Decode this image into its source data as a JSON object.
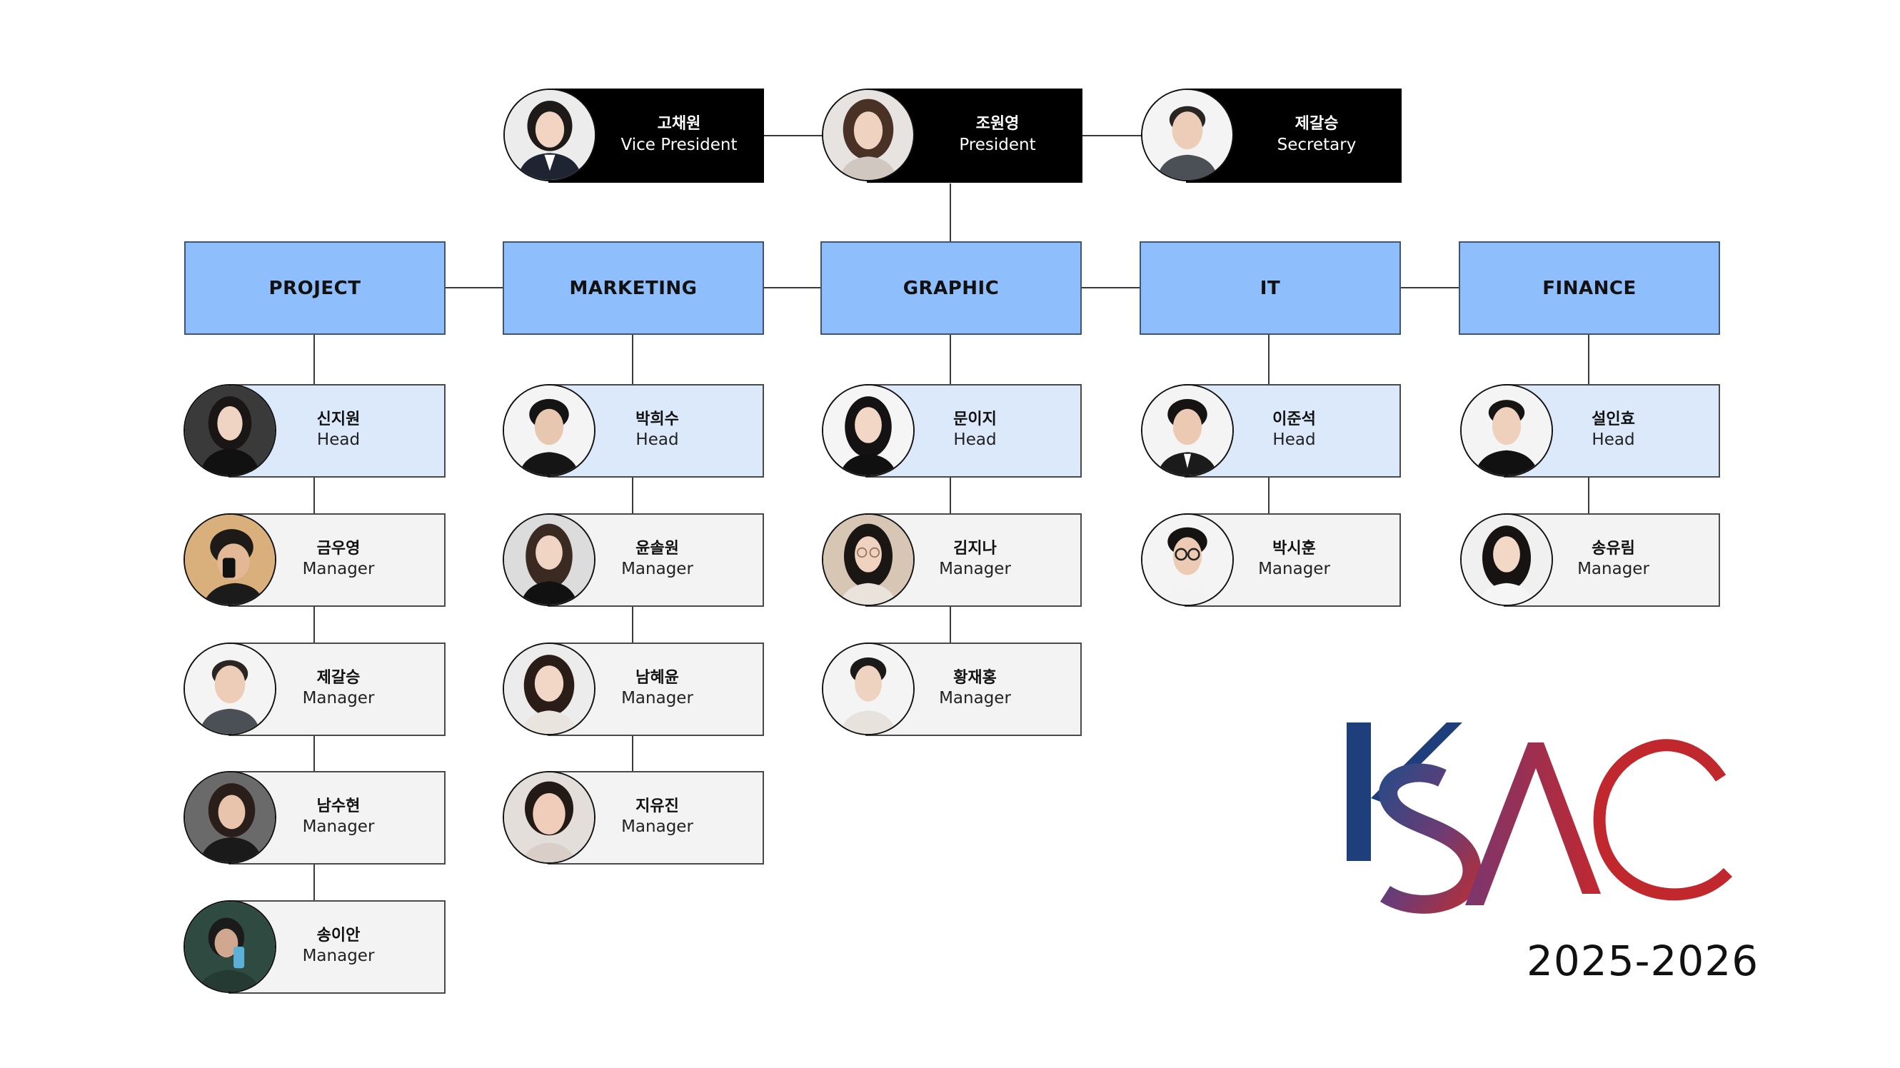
{
  "executives": [
    {
      "name": "고채원",
      "role": "Vice President",
      "avatar": "person-woman-portrait"
    },
    {
      "name": "조원영",
      "role": "President",
      "avatar": "person-woman-portrait"
    },
    {
      "name": "제갈승",
      "role": "Secretary",
      "avatar": "person-man-portrait"
    }
  ],
  "departments": [
    {
      "name": "PROJECT",
      "members": [
        {
          "name": "신지원",
          "role": "Head",
          "avatar": "person-woman-portrait"
        },
        {
          "name": "금우영",
          "role": "Manager",
          "avatar": "person-man-selfie"
        },
        {
          "name": "제갈승",
          "role": "Manager",
          "avatar": "person-man-portrait"
        },
        {
          "name": "남수현",
          "role": "Manager",
          "avatar": "person-woman-portrait"
        },
        {
          "name": "송이안",
          "role": "Manager",
          "avatar": "person-selfie"
        }
      ]
    },
    {
      "name": "MARKETING",
      "members": [
        {
          "name": "박희수",
          "role": "Head",
          "avatar": "person-man-portrait"
        },
        {
          "name": "윤솔원",
          "role": "Manager",
          "avatar": "person-woman-portrait"
        },
        {
          "name": "남혜윤",
          "role": "Manager",
          "avatar": "person-woman-portrait"
        },
        {
          "name": "지유진",
          "role": "Manager",
          "avatar": "person-woman-portrait"
        }
      ]
    },
    {
      "name": "GRAPHIC",
      "members": [
        {
          "name": "문이지",
          "role": "Head",
          "avatar": "person-woman-portrait"
        },
        {
          "name": "김지나",
          "role": "Manager",
          "avatar": "person-woman-glasses-portrait"
        },
        {
          "name": "황재홍",
          "role": "Manager",
          "avatar": "person-man-portrait"
        }
      ]
    },
    {
      "name": "IT",
      "members": [
        {
          "name": "이준석",
          "role": "Head",
          "avatar": "person-man-portrait"
        },
        {
          "name": "박시훈",
          "role": "Manager",
          "avatar": "person-man-glasses-portrait"
        }
      ]
    },
    {
      "name": "FINANCE",
      "members": [
        {
          "name": "설인효",
          "role": "Head",
          "avatar": "person-man-portrait"
        },
        {
          "name": "송유림",
          "role": "Manager",
          "avatar": "person-woman-portrait"
        }
      ]
    }
  ],
  "logo": {
    "text": "KSAC",
    "colors": {
      "navy": "#1f3e7c",
      "purple": "#6a3a72",
      "red": "#c0282e"
    }
  },
  "year": "2025-2026",
  "colors": {
    "department_fill": "#8fbefc",
    "head_fill": "#dce9fb",
    "manager_fill": "#f3f3f3",
    "exec_fill": "#000000"
  }
}
